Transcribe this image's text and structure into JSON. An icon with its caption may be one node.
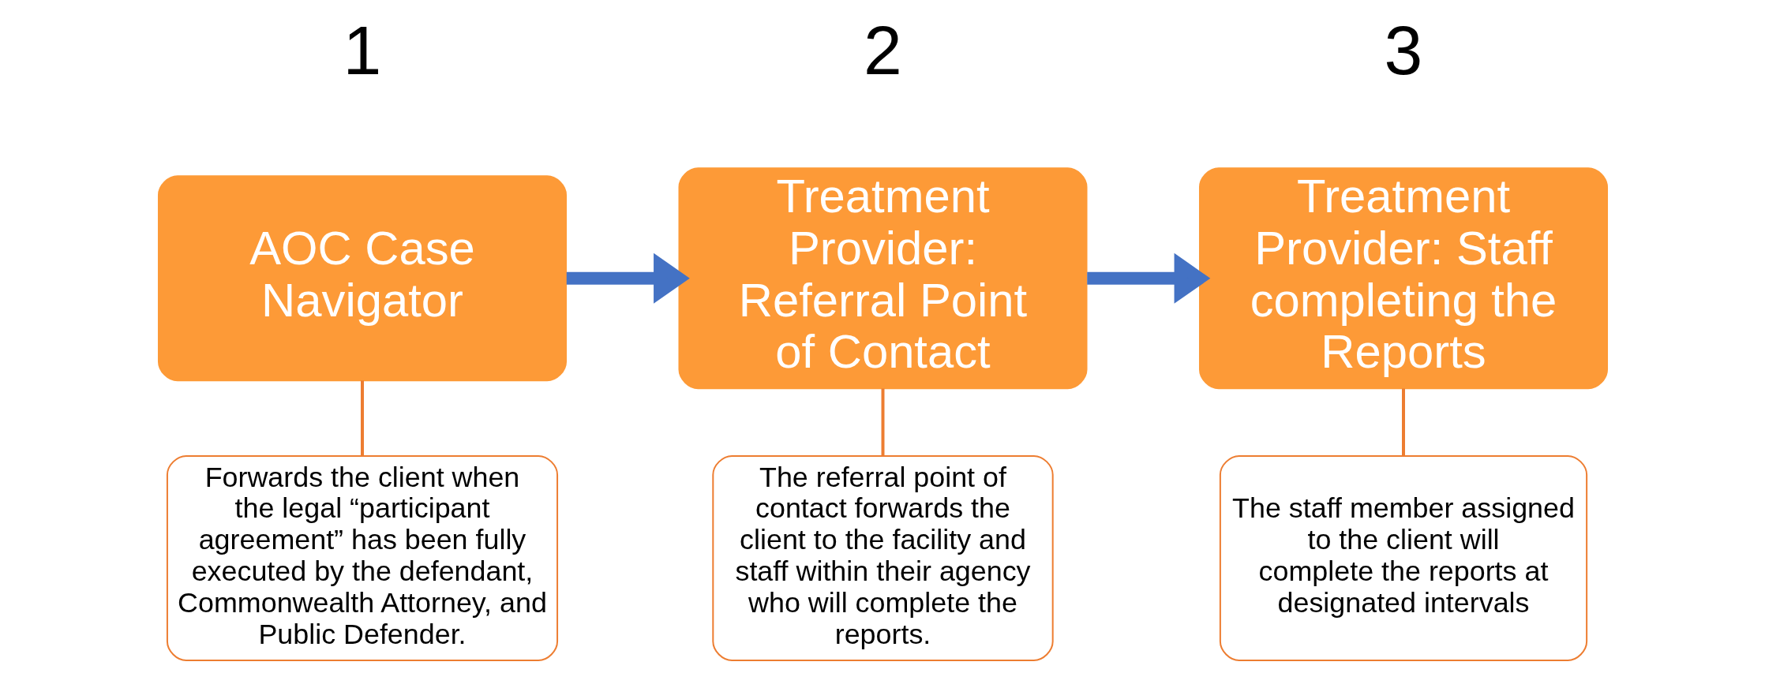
{
  "diagram": {
    "nodes": [
      {
        "text": [
          "AOC Case Navigator"
        ],
        "beside": [
          "1"
        ]
      },
      {
        "text": [
          "Treatment Provider: Referral Point of Contact"
        ],
        "beside": [
          "2"
        ]
      },
      {
        "text": [
          "Treatment Provider: Staff completing the Reports"
        ],
        "beside": [
          "3"
        ]
      },
      {
        "text": [
          "Forwards the client when the legal “participant agreement” has been fully executed by the defendant, Commonwealth Attorney, and Public Defender."
        ]
      },
      {
        "text": [
          "The referral point of contact forwards the client to the facility and staff within their agency who will complete the reports."
        ]
      },
      {
        "text": [
          "The staff member assigned to the client will complete the reports at designated intervals"
        ]
      }
    ],
    "edges": [
      {
        "from": 0,
        "to": 1,
        "arrow": "to",
        "style": "thick",
        "color": "#4472c4"
      },
      {
        "from": 1,
        "to": 2,
        "arrow": "to",
        "style": "thick",
        "color": "#4472c4"
      },
      {
        "from": 0,
        "to": 3,
        "arrow": "none"
      },
      {
        "from": 1,
        "to": 4,
        "arrow": "none"
      },
      {
        "from": 2,
        "to": 5,
        "arrow": "none"
      }
    ]
  }
}
